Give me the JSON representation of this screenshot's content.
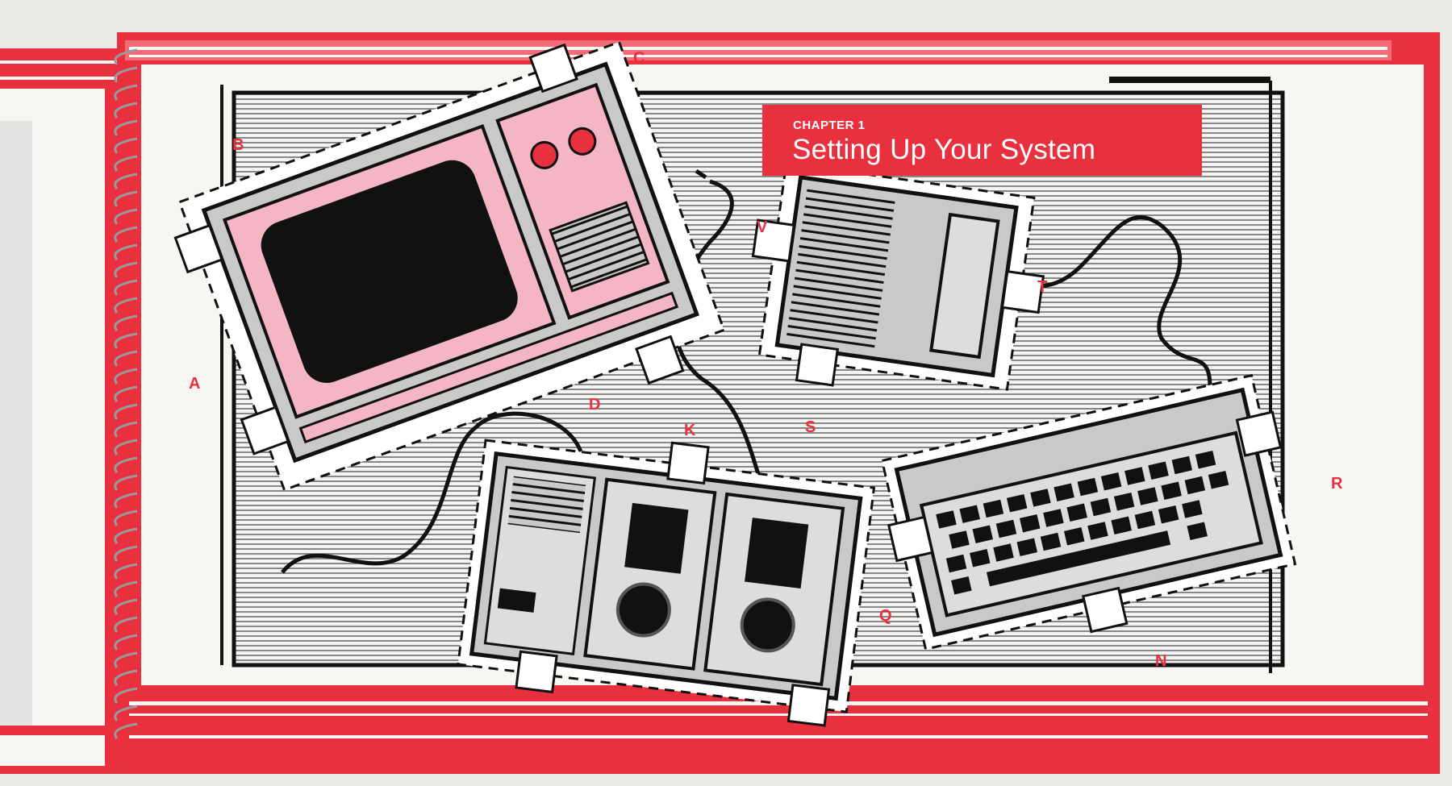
{
  "chapter": {
    "kicker": "CHAPTER 1",
    "title": "Setting Up Your System"
  },
  "tab_letters": {
    "a": "A",
    "b": "B",
    "c": "C",
    "d": "D",
    "k": "K",
    "n": "N",
    "q": "Q",
    "r": "R",
    "s": "S",
    "t": "T",
    "v": "V"
  },
  "colors": {
    "accent_red": "#e8303f",
    "pink": "#f4b5c4",
    "paper": "#f7f6f2",
    "ink": "#111111",
    "device_gray": "#c9c9c9"
  }
}
